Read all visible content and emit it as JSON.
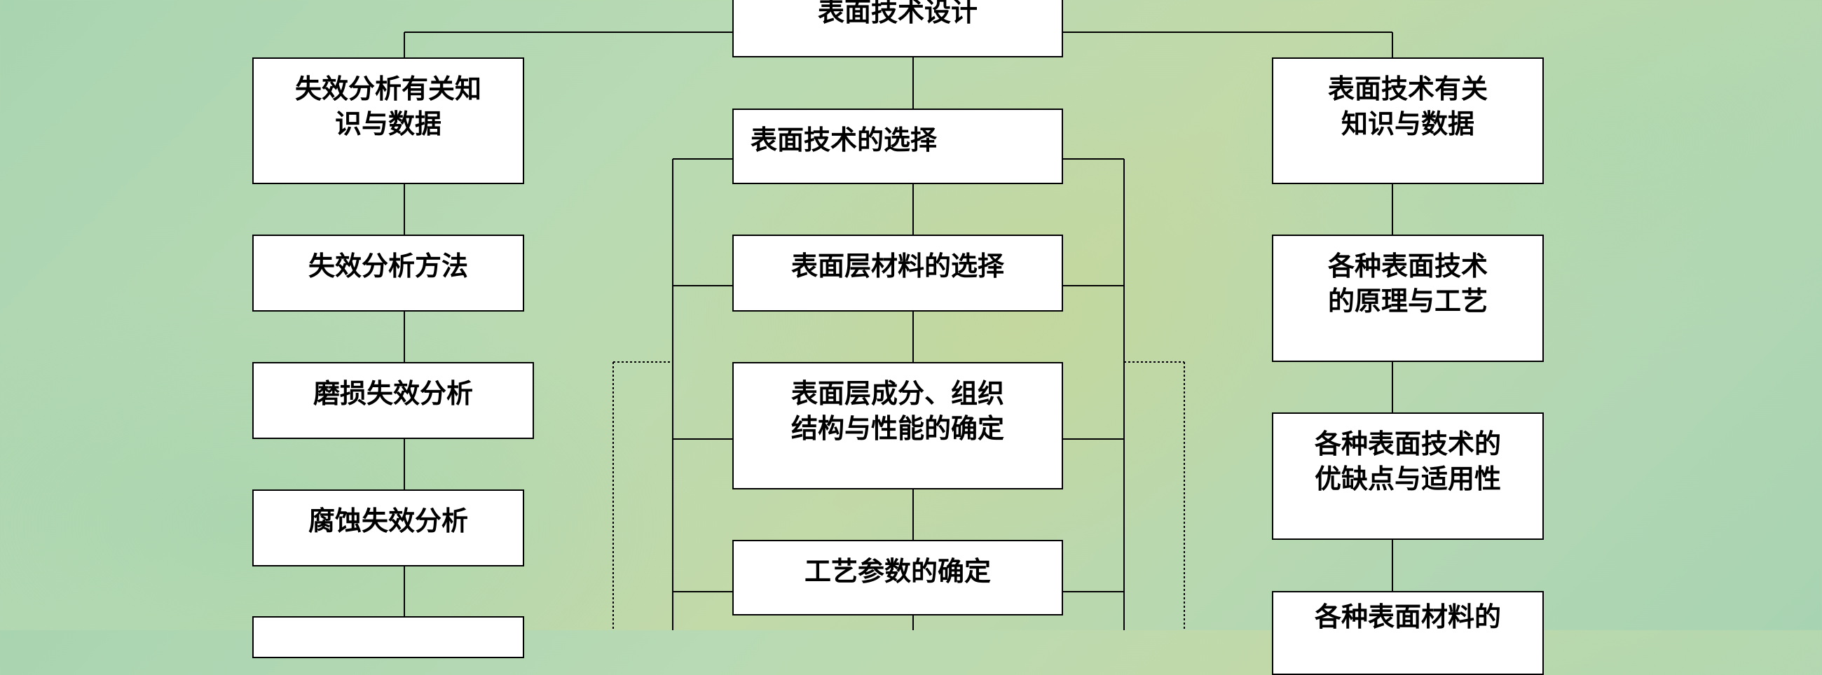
{
  "nodes": {
    "root": "表面技术设计",
    "failure_knowledge": "失效分析有关知\n识与数据",
    "failure_method": "失效分析方法",
    "wear_failure": "磨损失效分析",
    "corrosion_failure": "腐蚀失效分析",
    "tech_selection": "表面技术的选择",
    "material_selection": "表面层材料的选择",
    "composition": "表面层成分、组织\n结构与性能的确定",
    "process_params": "工艺参数的确定",
    "tech_knowledge": "表面技术有关\n知识与数据",
    "principles": "各种表面技术\n的原理与工艺",
    "pros_cons": "各种表面技术的\n优缺点与适用性",
    "materials": "各种表面材料的"
  }
}
